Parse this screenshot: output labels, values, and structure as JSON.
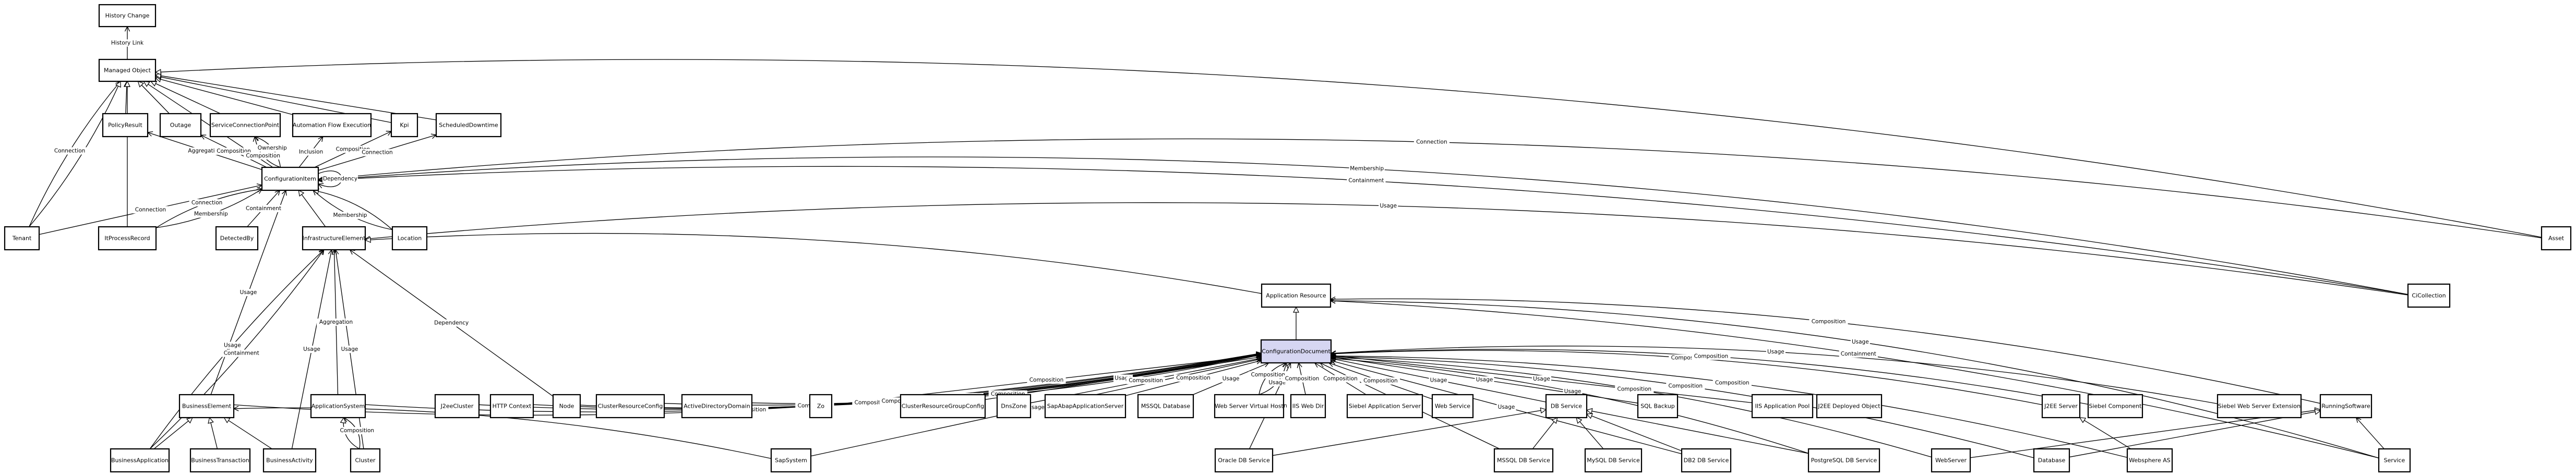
{
  "diagram": {
    "highlight_color": "#d6d6f2",
    "nodes": [
      {
        "id": "history-change",
        "label": "History Change"
      },
      {
        "id": "managed-object",
        "label": "Managed Object"
      },
      {
        "id": "policy-result",
        "label": "PolicyResult"
      },
      {
        "id": "outage",
        "label": "Outage"
      },
      {
        "id": "service-connection-point",
        "label": "ServiceConnectionPoint"
      },
      {
        "id": "automation-flow-execution",
        "label": "Automation Flow Execution"
      },
      {
        "id": "kpi",
        "label": "Kpi"
      },
      {
        "id": "scheduled-downtime",
        "label": "ScheduledDowntime"
      },
      {
        "id": "configuration-item",
        "label": "ConfigurationItem"
      },
      {
        "id": "tenant",
        "label": "Tenant"
      },
      {
        "id": "it-process-record",
        "label": "ItProcessRecord"
      },
      {
        "id": "detected-by",
        "label": "DetectedBy"
      },
      {
        "id": "infrastructure-element",
        "label": "InfrastructureElement"
      },
      {
        "id": "location",
        "label": "Location"
      },
      {
        "id": "asset",
        "label": "Asset"
      },
      {
        "id": "ci-collection",
        "label": "CiCollection"
      },
      {
        "id": "application-resource",
        "label": "Application Resource"
      },
      {
        "id": "configuration-document",
        "label": "ConfigurationDocument"
      },
      {
        "id": "business-element",
        "label": "BusinessElement"
      },
      {
        "id": "application-system",
        "label": "ApplicationSystem"
      },
      {
        "id": "j2ee-cluster",
        "label": "J2eeCluster"
      },
      {
        "id": "http-context",
        "label": "HTTP Context"
      },
      {
        "id": "node",
        "label": "Node"
      },
      {
        "id": "cluster-resource-config",
        "label": "ClusterResourceConfig"
      },
      {
        "id": "active-directory-domain",
        "label": "ActiveDirectoryDomain"
      },
      {
        "id": "zo",
        "label": "Zo"
      },
      {
        "id": "cluster-resource-group-config",
        "label": "ClusterResourceGroupConfig"
      },
      {
        "id": "dns-zone",
        "label": "DnsZone"
      },
      {
        "id": "sap-abap-application-server",
        "label": "SapAbapApplicationServer"
      },
      {
        "id": "mssql-database",
        "label": "MSSQL Database"
      },
      {
        "id": "web-server-virtual-host",
        "label": "Web Server Virtual Host"
      },
      {
        "id": "iis-web-dir",
        "label": "IIS Web Dir"
      },
      {
        "id": "siebel-application-server",
        "label": "Siebel Application Server"
      },
      {
        "id": "web-service",
        "label": "Web Service"
      },
      {
        "id": "db-service",
        "label": "DB Service"
      },
      {
        "id": "sql-backup",
        "label": "SQL Backup"
      },
      {
        "id": "iis-application-pool",
        "label": "IIS Application Pool"
      },
      {
        "id": "j2ee-deployed-object",
        "label": "J2EE Deployed Object"
      },
      {
        "id": "j2ee-server",
        "label": "J2EE Server"
      },
      {
        "id": "siebel-component",
        "label": "Siebel Component"
      },
      {
        "id": "siebel-web-server-extension",
        "label": "Siebel Web Server Extension"
      },
      {
        "id": "running-software",
        "label": "RunningSoftware"
      },
      {
        "id": "business-application",
        "label": "BusinessApplication"
      },
      {
        "id": "business-transaction",
        "label": "BusinessTransaction"
      },
      {
        "id": "business-activity",
        "label": "BusinessActivity"
      },
      {
        "id": "cluster",
        "label": "Cluster"
      },
      {
        "id": "sap-system",
        "label": "SapSystem"
      },
      {
        "id": "oracle-db-service",
        "label": "Oracle DB Service"
      },
      {
        "id": "mssql-db-service",
        "label": "MSSQL DB Service"
      },
      {
        "id": "mysql-db-service",
        "label": "MySQL DB Service"
      },
      {
        "id": "db2-db-service",
        "label": "DB2 DB Service"
      },
      {
        "id": "postgresql-db-service",
        "label": "PostgreSQL DB Service"
      },
      {
        "id": "web-server",
        "label": "WebServer"
      },
      {
        "id": "database",
        "label": "Database"
      },
      {
        "id": "websphere-as",
        "label": "Websphere AS"
      },
      {
        "id": "service",
        "label": "Service"
      }
    ],
    "edges": [
      {
        "from": "managed-object",
        "to": "history-change",
        "label": "History Link",
        "kind": "open"
      },
      {
        "from": "policy-result",
        "to": "managed-object",
        "label": "",
        "kind": "inherit"
      },
      {
        "from": "outage",
        "to": "managed-object",
        "label": "",
        "kind": "inherit"
      },
      {
        "from": "service-connection-point",
        "to": "managed-object",
        "label": "",
        "kind": "inherit"
      },
      {
        "from": "automation-flow-execution",
        "to": "managed-object",
        "label": "",
        "kind": "inherit"
      },
      {
        "from": "kpi",
        "to": "managed-object",
        "label": "",
        "kind": "inherit"
      },
      {
        "from": "scheduled-downtime",
        "to": "managed-object",
        "label": "",
        "kind": "inherit"
      },
      {
        "from": "configuration-item",
        "to": "managed-object",
        "label": "",
        "kind": "inherit"
      },
      {
        "from": "tenant",
        "to": "managed-object",
        "label": "Connection",
        "kind": "open"
      },
      {
        "from": "tenant",
        "to": "managed-object",
        "label": "",
        "kind": "inherit"
      },
      {
        "from": "it-process-record",
        "to": "managed-object",
        "label": "",
        "kind": "inherit"
      },
      {
        "from": "asset",
        "to": "managed-object",
        "label": "",
        "kind": "inherit"
      },
      {
        "from": "configuration-item",
        "to": "policy-result",
        "label": "Aggregation",
        "kind": "open"
      },
      {
        "from": "configuration-item",
        "to": "outage",
        "label": "Composition",
        "kind": "open"
      },
      {
        "from": "configuration-item",
        "to": "service-connection-point",
        "label": "Composition",
        "kind": "open"
      },
      {
        "from": "configuration-item",
        "to": "service-connection-point",
        "label": "Ownership",
        "kind": "open"
      },
      {
        "from": "configuration-item",
        "to": "automation-flow-execution",
        "label": "Inclusion",
        "kind": "open"
      },
      {
        "from": "configuration-item",
        "to": "kpi",
        "label": "Composition",
        "kind": "open"
      },
      {
        "from": "configuration-item",
        "to": "scheduled-downtime",
        "label": "Connection",
        "kind": "open"
      },
      {
        "from": "configuration-item",
        "to": "configuration-item",
        "label": "Dependency",
        "kind": "open"
      },
      {
        "from": "tenant",
        "to": "configuration-item",
        "label": "Connection",
        "kind": "open"
      },
      {
        "from": "it-process-record",
        "to": "configuration-item",
        "label": "Connection",
        "kind": "open"
      },
      {
        "from": "it-process-record",
        "to": "configuration-item",
        "label": "Membership",
        "kind": "open"
      },
      {
        "from": "detected-by",
        "to": "configuration-item",
        "label": "Containment",
        "kind": "open"
      },
      {
        "from": "location",
        "to": "configuration-item",
        "label": "Membership",
        "kind": "open"
      },
      {
        "from": "infrastructure-element",
        "to": "configuration-item",
        "label": "",
        "kind": "inherit"
      },
      {
        "from": "location",
        "to": "configuration-item",
        "label": "",
        "kind": "inherit"
      },
      {
        "from": "asset",
        "to": "configuration-item",
        "label": "Connection",
        "kind": "open"
      },
      {
        "from": "ci-collection",
        "to": "configuration-item",
        "label": "Containment",
        "kind": "open"
      },
      {
        "from": "ci-collection",
        "to": "configuration-item",
        "label": "Membership",
        "kind": "open"
      },
      {
        "from": "ci-collection",
        "to": "infrastructure-element",
        "label": "Usage",
        "kind": "open"
      },
      {
        "from": "application-resource",
        "to": "infrastructure-element",
        "label": "",
        "kind": "inherit"
      },
      {
        "from": "configuration-document",
        "to": "application-resource",
        "label": "",
        "kind": "inherit"
      },
      {
        "from": "business-element",
        "to": "configuration-item",
        "label": "Usage",
        "kind": "open"
      },
      {
        "from": "business-application",
        "to": "infrastructure-element",
        "label": "Usage",
        "kind": "open"
      },
      {
        "from": "business-application",
        "to": "infrastructure-element",
        "label": "Containment",
        "kind": "open"
      },
      {
        "from": "business-activity",
        "to": "infrastructure-element",
        "label": "Usage",
        "kind": "open"
      },
      {
        "from": "application-system",
        "to": "infrastructure-element",
        "label": "Aggregation",
        "kind": "open"
      },
      {
        "from": "cluster",
        "to": "infrastructure-element",
        "label": "Usage",
        "kind": "open"
      },
      {
        "from": "node",
        "to": "infrastructure-element",
        "label": "Dependency",
        "kind": "open"
      },
      {
        "from": "business-application",
        "to": "business-element",
        "label": "",
        "kind": "inherit"
      },
      {
        "from": "business-transaction",
        "to": "business-element",
        "label": "",
        "kind": "inherit"
      },
      {
        "from": "business-activity",
        "to": "business-element",
        "label": "",
        "kind": "inherit"
      },
      {
        "from": "cluster",
        "to": "application-system",
        "label": "",
        "kind": "inherit"
      },
      {
        "from": "cluster",
        "to": "application-system",
        "label": "Composition",
        "kind": "open"
      },
      {
        "from": "business-element",
        "to": "configuration-document",
        "label": "Composition",
        "kind": "open"
      },
      {
        "from": "application-system",
        "to": "configuration-document",
        "label": "Composition",
        "kind": "open"
      },
      {
        "from": "j2ee-cluster",
        "to": "configuration-document",
        "label": "Composition",
        "kind": "open"
      },
      {
        "from": "http-context",
        "to": "configuration-document",
        "label": "Composition",
        "kind": "open"
      },
      {
        "from": "node",
        "to": "configuration-document",
        "label": "Composition",
        "kind": "open"
      },
      {
        "from": "cluster-resource-config",
        "to": "configuration-document",
        "label": "Composition",
        "kind": "open"
      },
      {
        "from": "active-directory-domain",
        "to": "configuration-document",
        "label": "Composition",
        "kind": "open"
      },
      {
        "from": "zo",
        "to": "configuration-document",
        "label": "Composition",
        "kind": "open"
      },
      {
        "from": "sap-system",
        "to": "configuration-document",
        "label": "Usage",
        "kind": "open"
      },
      {
        "from": "cluster-resource-group-config",
        "to": "configuration-document",
        "label": "Usage",
        "kind": "open"
      },
      {
        "from": "dns-zone",
        "to": "configuration-document",
        "label": "Composition",
        "kind": "open"
      },
      {
        "from": "sap-abap-application-server",
        "to": "configuration-document",
        "label": "Composition",
        "kind": "open"
      },
      {
        "from": "mssql-database",
        "to": "configuration-document",
        "label": "Usage",
        "kind": "open"
      },
      {
        "from": "web-server-virtual-host",
        "to": "configuration-document",
        "label": "Composition",
        "kind": "open"
      },
      {
        "from": "web-server-virtual-host",
        "to": "configuration-document",
        "label": "Usage",
        "kind": "open"
      },
      {
        "from": "iis-web-dir",
        "to": "configuration-document",
        "label": "Composition",
        "kind": "open"
      },
      {
        "from": "siebel-application-server",
        "to": "configuration-document",
        "label": "Composition",
        "kind": "open"
      },
      {
        "from": "web-service",
        "to": "configuration-document",
        "label": "Composition",
        "kind": "open"
      },
      {
        "from": "oracle-db-service",
        "to": "configuration-document",
        "label": "Composition",
        "kind": "open"
      },
      {
        "from": "db-service",
        "to": "configuration-document",
        "label": "Usage",
        "kind": "open"
      },
      {
        "from": "mssql-db-service",
        "to": "configuration-document",
        "label": "Usage",
        "kind": "open"
      },
      {
        "from": "sql-backup",
        "to": "configuration-document",
        "label": "Usage",
        "kind": "open"
      },
      {
        "from": "db2-db-service",
        "to": "configuration-document",
        "label": "Usage",
        "kind": "open"
      },
      {
        "from": "iis-application-pool",
        "to": "configuration-document",
        "label": "Usage",
        "kind": "open"
      },
      {
        "from": "postgresql-db-service",
        "to": "configuration-document",
        "label": "Usage",
        "kind": "open"
      },
      {
        "from": "web-server",
        "to": "configuration-document",
        "label": "Composition",
        "kind": "open"
      },
      {
        "from": "database",
        "to": "configuration-document",
        "label": "Composition",
        "kind": "open"
      },
      {
        "from": "j2ee-server",
        "to": "configuration-document",
        "label": "Composition",
        "kind": "open"
      },
      {
        "from": "siebel-component",
        "to": "configuration-document",
        "label": "Composition",
        "kind": "open"
      },
      {
        "from": "websphere-as",
        "to": "configuration-document",
        "label": "Composition",
        "kind": "open"
      },
      {
        "from": "siebel-web-server-extension",
        "to": "configuration-document",
        "label": "Usage",
        "kind": "open"
      },
      {
        "from": "running-software",
        "to": "application-resource",
        "label": "Composition",
        "kind": "open"
      },
      {
        "from": "service",
        "to": "application-resource",
        "label": "Containment",
        "kind": "open"
      },
      {
        "from": "service",
        "to": "application-resource",
        "label": "Usage",
        "kind": "open"
      },
      {
        "from": "oracle-db-service",
        "to": "db-service",
        "label": "",
        "kind": "inherit"
      },
      {
        "from": "mssql-db-service",
        "to": "db-service",
        "label": "",
        "kind": "inherit"
      },
      {
        "from": "mysql-db-service",
        "to": "db-service",
        "label": "",
        "kind": "inherit"
      },
      {
        "from": "db2-db-service",
        "to": "db-service",
        "label": "",
        "kind": "inherit"
      },
      {
        "from": "postgresql-db-service",
        "to": "db-service",
        "label": "",
        "kind": "inherit"
      },
      {
        "from": "web-server",
        "to": "running-software",
        "label": "",
        "kind": "inherit"
      },
      {
        "from": "database",
        "to": "running-software",
        "label": "",
        "kind": "inherit"
      },
      {
        "from": "websphere-as",
        "to": "j2ee-server",
        "label": "",
        "kind": "inherit"
      },
      {
        "from": "sap-system",
        "to": "business-element",
        "label": "",
        "kind": "open"
      },
      {
        "from": "service",
        "to": "running-software",
        "label": "",
        "kind": "open"
      }
    ]
  }
}
